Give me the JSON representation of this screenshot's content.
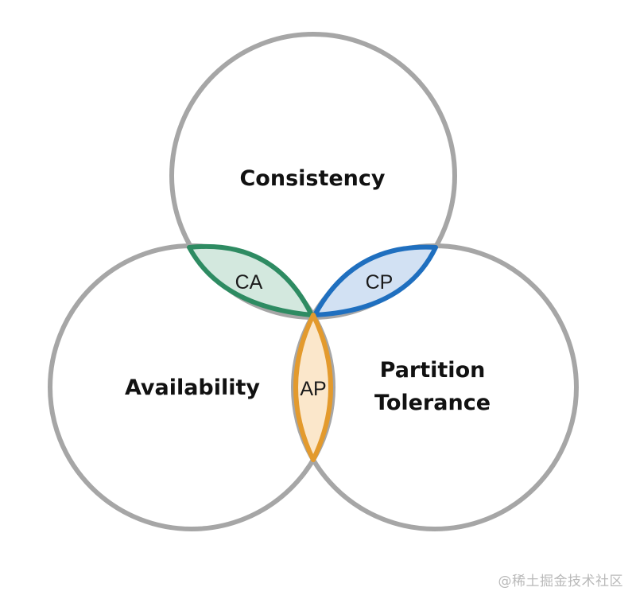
{
  "diagram": {
    "circles": {
      "consistency": "Consistency",
      "availability": "Availability",
      "partition_line1": "Partition",
      "partition_line2": "Tolerance"
    },
    "overlaps": {
      "ca": "CA",
      "cp": "CP",
      "ap": "AP"
    },
    "colors": {
      "circle_stroke": "#a6a6a6",
      "ca_stroke": "#2e8b62",
      "ca_fill": "#d3e8de",
      "cp_stroke": "#1f6fbf",
      "cp_fill": "#d2e1f3",
      "ap_stroke": "#e39a2d",
      "ap_fill": "#fbe7cb"
    }
  },
  "watermark": "@稀土掘金技术社区"
}
